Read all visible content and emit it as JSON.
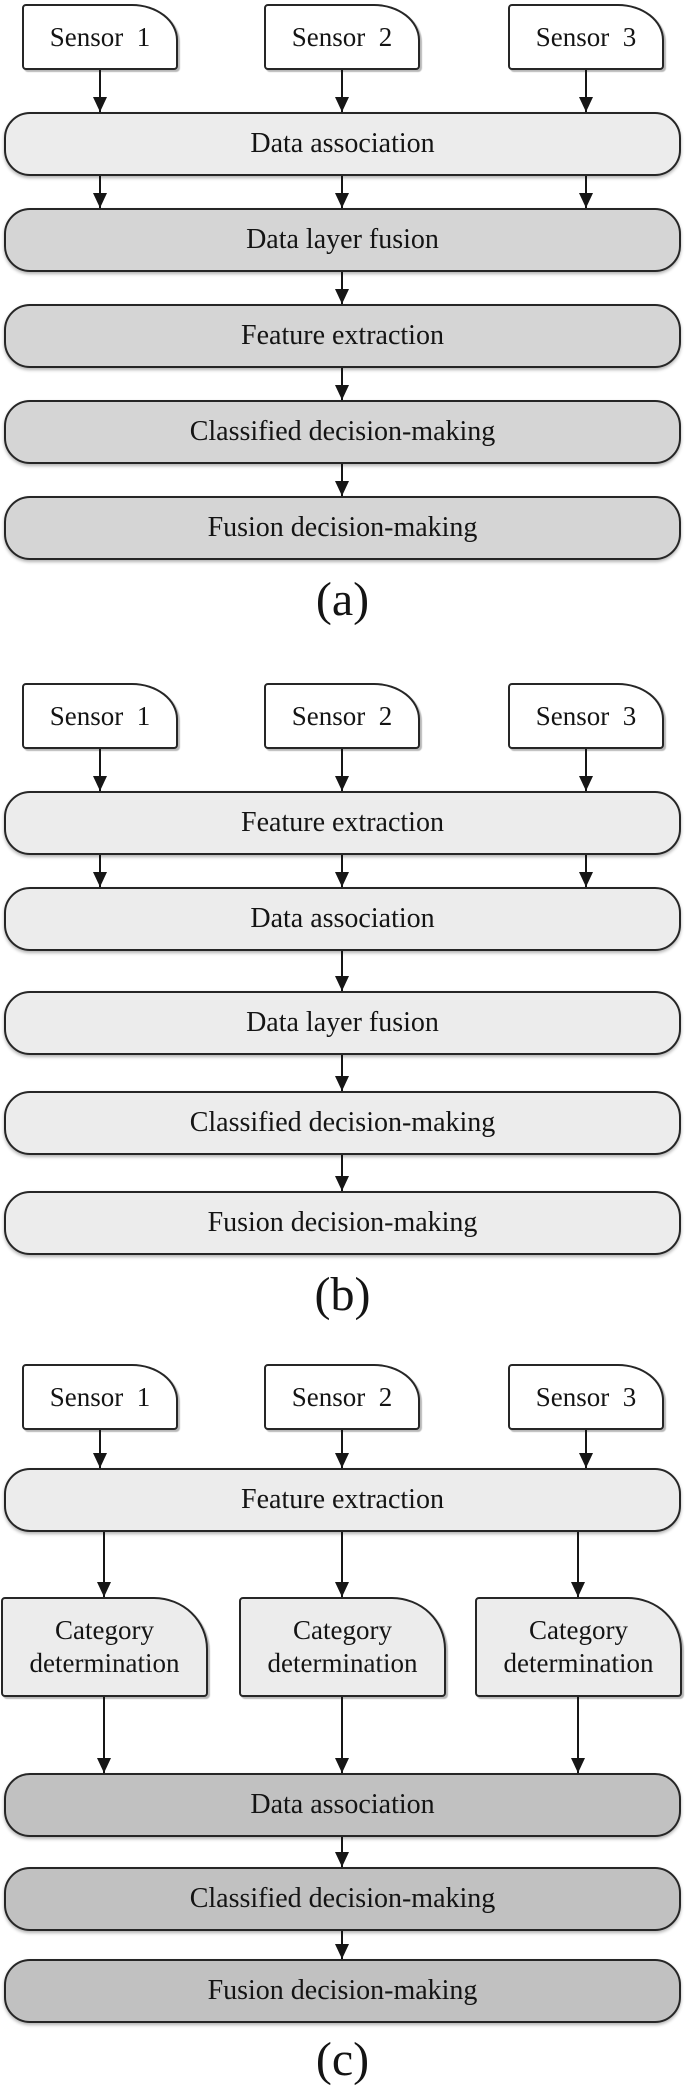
{
  "figure": {
    "panels": [
      {
        "label": "(a)",
        "sensors": [
          "Sensor  1",
          "Sensor  2",
          "Sensor  3"
        ],
        "stages": [
          "Data association",
          "Data layer fusion",
          "Feature extraction",
          "Classified decision-making",
          "Fusion decision-making"
        ]
      },
      {
        "label": "(b)",
        "sensors": [
          "Sensor  1",
          "Sensor  2",
          "Sensor  3"
        ],
        "stages": [
          "Feature extraction",
          "Data association",
          "Data layer fusion",
          "Classified decision-making",
          "Fusion decision-making"
        ]
      },
      {
        "label": "(c)",
        "sensors": [
          "Sensor  1",
          "Sensor  2",
          "Sensor  3"
        ],
        "feature_stage": "Feature extraction",
        "category_boxes": [
          "Category determination",
          "Category determination",
          "Category determination"
        ],
        "stages": [
          "Data association",
          "Classified decision-making",
          "Fusion decision-making"
        ]
      }
    ],
    "colors": {
      "light_fill": "#ececec",
      "medium_fill": "#d5d5d5",
      "dark_fill": "#c1c1c1",
      "sensor_fill": "#ffffff",
      "stroke": "#262626"
    }
  }
}
